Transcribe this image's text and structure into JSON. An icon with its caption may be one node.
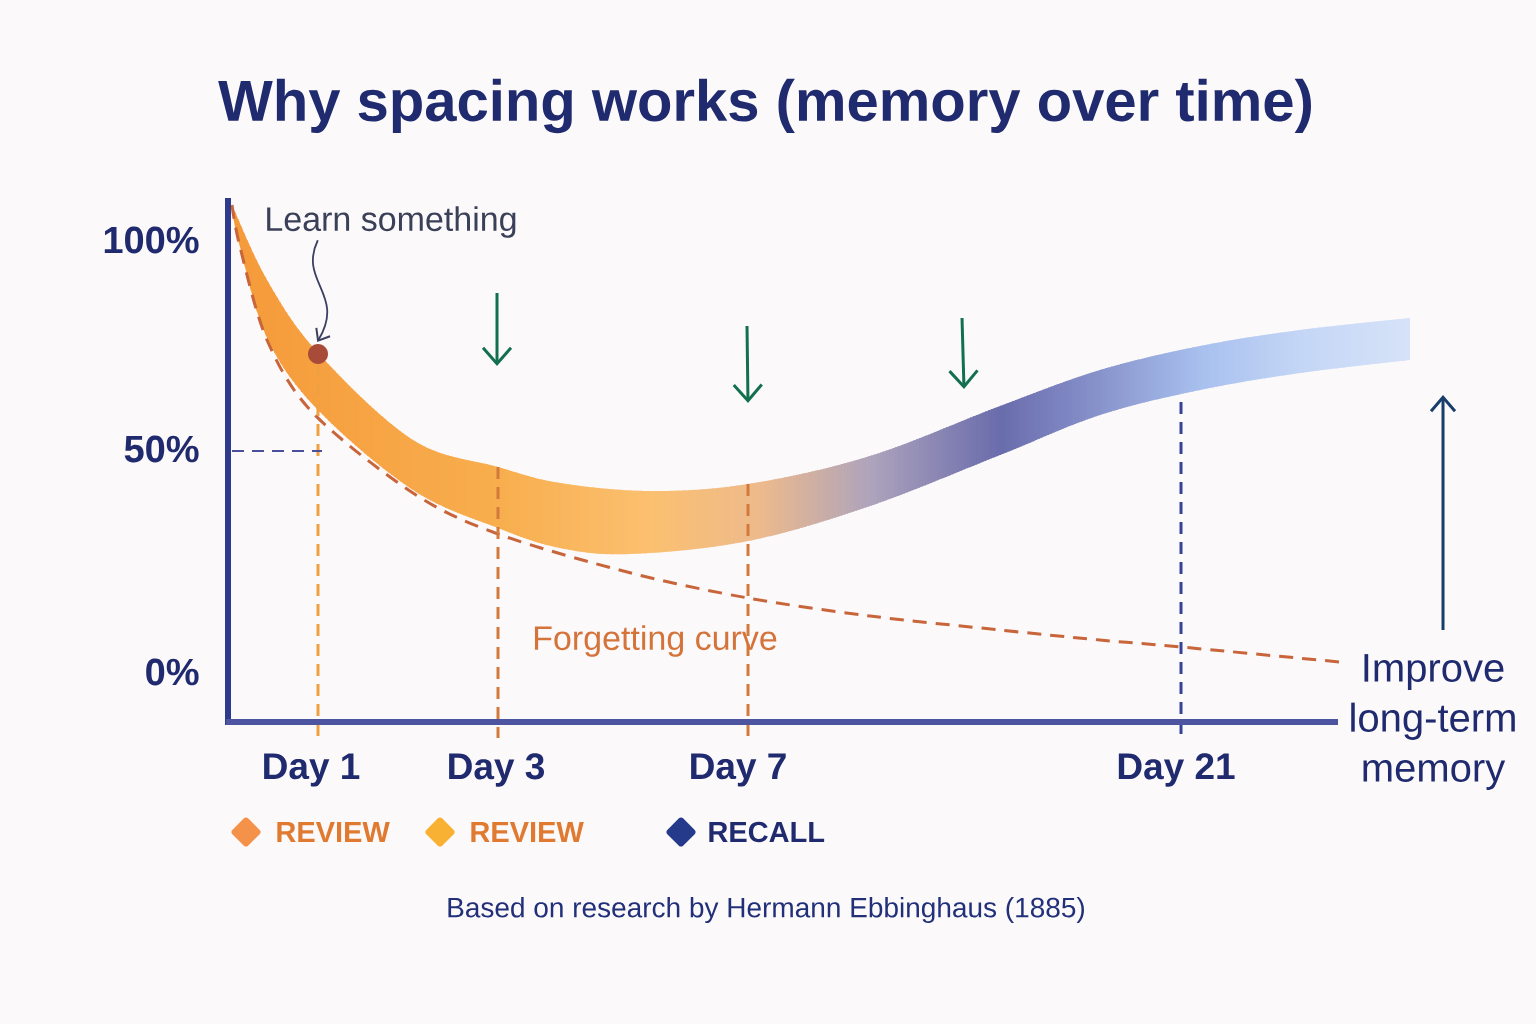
{
  "diagram": {
    "title": "Why spacing works (memory over time)",
    "caption": "Based on research by Hermann Ebbinghaus (1885)",
    "nodes": [
      {
        "text": [
          "Learn something"
        ]
      },
      {
        "text": [],
        "shape": "circle"
      }
    ],
    "edges": [
      {
        "from": 0,
        "to": 1,
        "arrow": "to"
      }
    ],
    "labels": [
      "100%",
      "50%",
      "Forgetting curve",
      "0%",
      "Improve long-term memory",
      "Day 1",
      "Day 3",
      "Day 7",
      "Day 21"
    ],
    "legend": [
      {
        "text": "REVIEW",
        "color": "#f5924a"
      },
      {
        "text": "REVIEW",
        "color": "#f8b133"
      },
      {
        "text": "RECALL",
        "color": "#263a8c"
      }
    ]
  }
}
